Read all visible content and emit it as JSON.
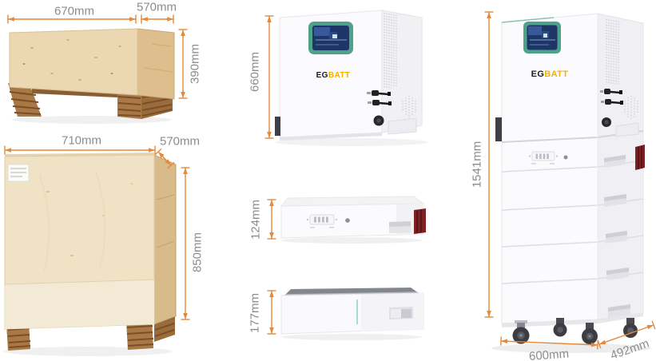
{
  "meta": {
    "background": "#FFFFFF",
    "accent_orange": "#E5893B",
    "label_gray": "#8C8C8C",
    "screen_teal": "#4EA28C",
    "screen_blue": "#1D3666",
    "logo_dark": "#1B1B1B",
    "logo_yellow": "#F4B000",
    "connector_red": "#7E2124"
  },
  "brand": {
    "logo_left": "EG",
    "logo_right": "BATT"
  },
  "packing": {
    "small_crate": {
      "width": "670mm",
      "depth": "570mm",
      "height": "390mm"
    },
    "large_crate": {
      "width": "710mm",
      "depth": "570mm",
      "height": "850mm"
    }
  },
  "units": {
    "inverter": {
      "height": "660mm"
    },
    "battery_module": {
      "height": "124mm"
    },
    "base_module": {
      "height": "177mm"
    },
    "stacked_system": {
      "height": "1541mm",
      "width": "600mm",
      "depth": "492mm"
    }
  }
}
